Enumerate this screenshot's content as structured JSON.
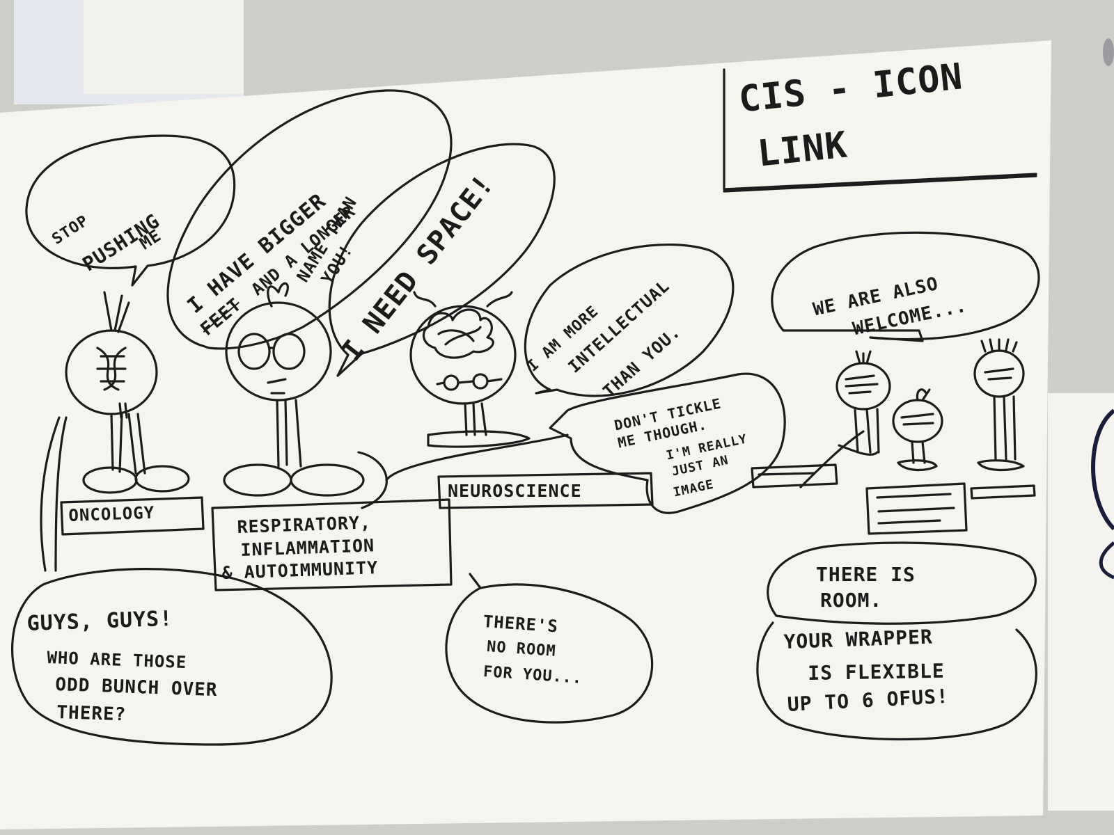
{
  "title": {
    "line1": "CIS - ICON",
    "line2": "LINK"
  },
  "bubbles": {
    "stop": {
      "line1": "STOP",
      "line2": "PUSHING",
      "line3": "ME"
    },
    "bigger": {
      "line1": "I HAVE BIGGER",
      "line2_struck": "FEET",
      "line2_rest": "AND A LONGER",
      "line3": "NAME THAN",
      "line4": "YOU!"
    },
    "space": {
      "line1": "I NEED SPACE!"
    },
    "intellectual": {
      "line1": "I AM MORE",
      "line2": "INTELLECTUAL",
      "line3": "THAN YOU."
    },
    "tickle": {
      "line1": "DON'T TICKLE",
      "line2": "ME THOUGH.",
      "line3": "I'M REALLY",
      "line4": "JUST AN",
      "line5": "IMAGE"
    },
    "welcome": {
      "line1": "WE ARE ALSO",
      "line2": "WELCOME..."
    },
    "guys": {
      "line1": "GUYS, GUYS!",
      "line2": "WHO ARE THOSE",
      "line3": "ODD BUNCH OVER",
      "line4": "THERE?"
    },
    "noroom": {
      "line1": "THERE'S",
      "line2": "NO ROOM",
      "line3": "FOR YOU..."
    },
    "room": {
      "line1": "THERE IS",
      "line2": "ROOM."
    },
    "wrapper": {
      "line1": "YOUR WRAPPER",
      "line2": "IS FLEXIBLE",
      "line3": "UP TO 6 OFUS!"
    }
  },
  "labels": {
    "oncology": "ONCOLOGY",
    "respiratory": {
      "line1": "RESPIRATORY,",
      "line2": "INFLAMMATION",
      "line3": "& AUTOIMMUNITY"
    },
    "neuroscience": "NEUROSCIENCE"
  }
}
